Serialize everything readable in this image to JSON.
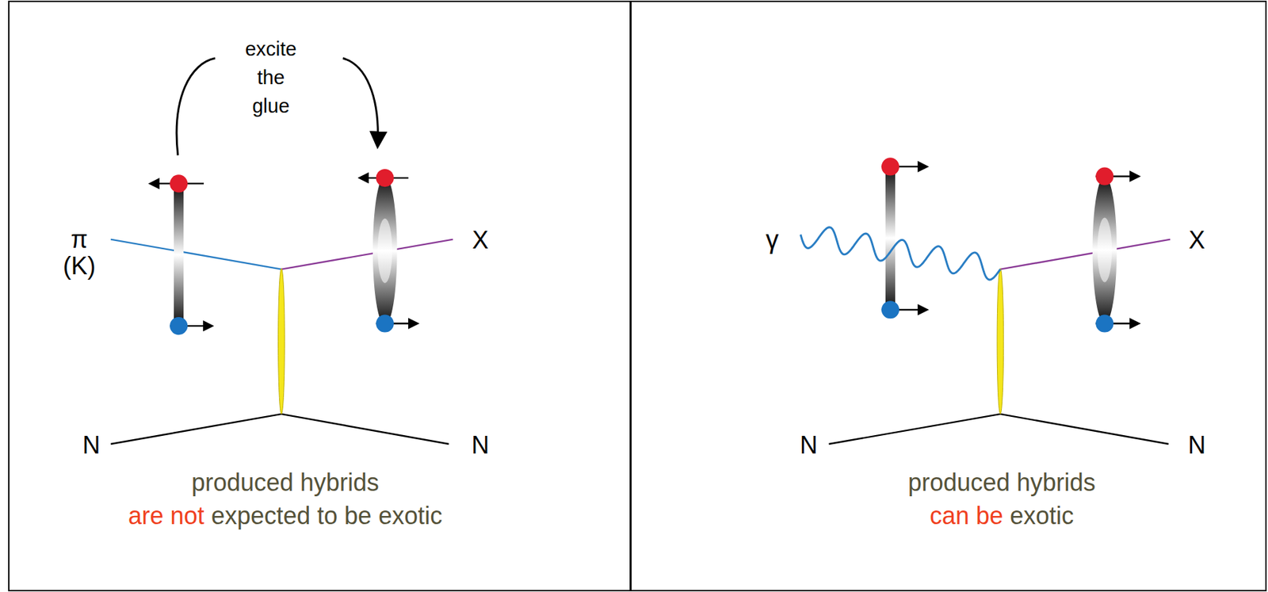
{
  "diagram": {
    "nodes": [
      {
        "text": [
          "produced hybrids",
          "are not",
          "expected to be exotic"
        ]
      },
      {
        "text": [
          "produced hybrids",
          "can be",
          "exotic"
        ]
      }
    ],
    "labels": [
      "excite the glue",
      "π (K)",
      "X",
      "N",
      "N",
      "γ",
      "X",
      "N",
      "N"
    ]
  }
}
